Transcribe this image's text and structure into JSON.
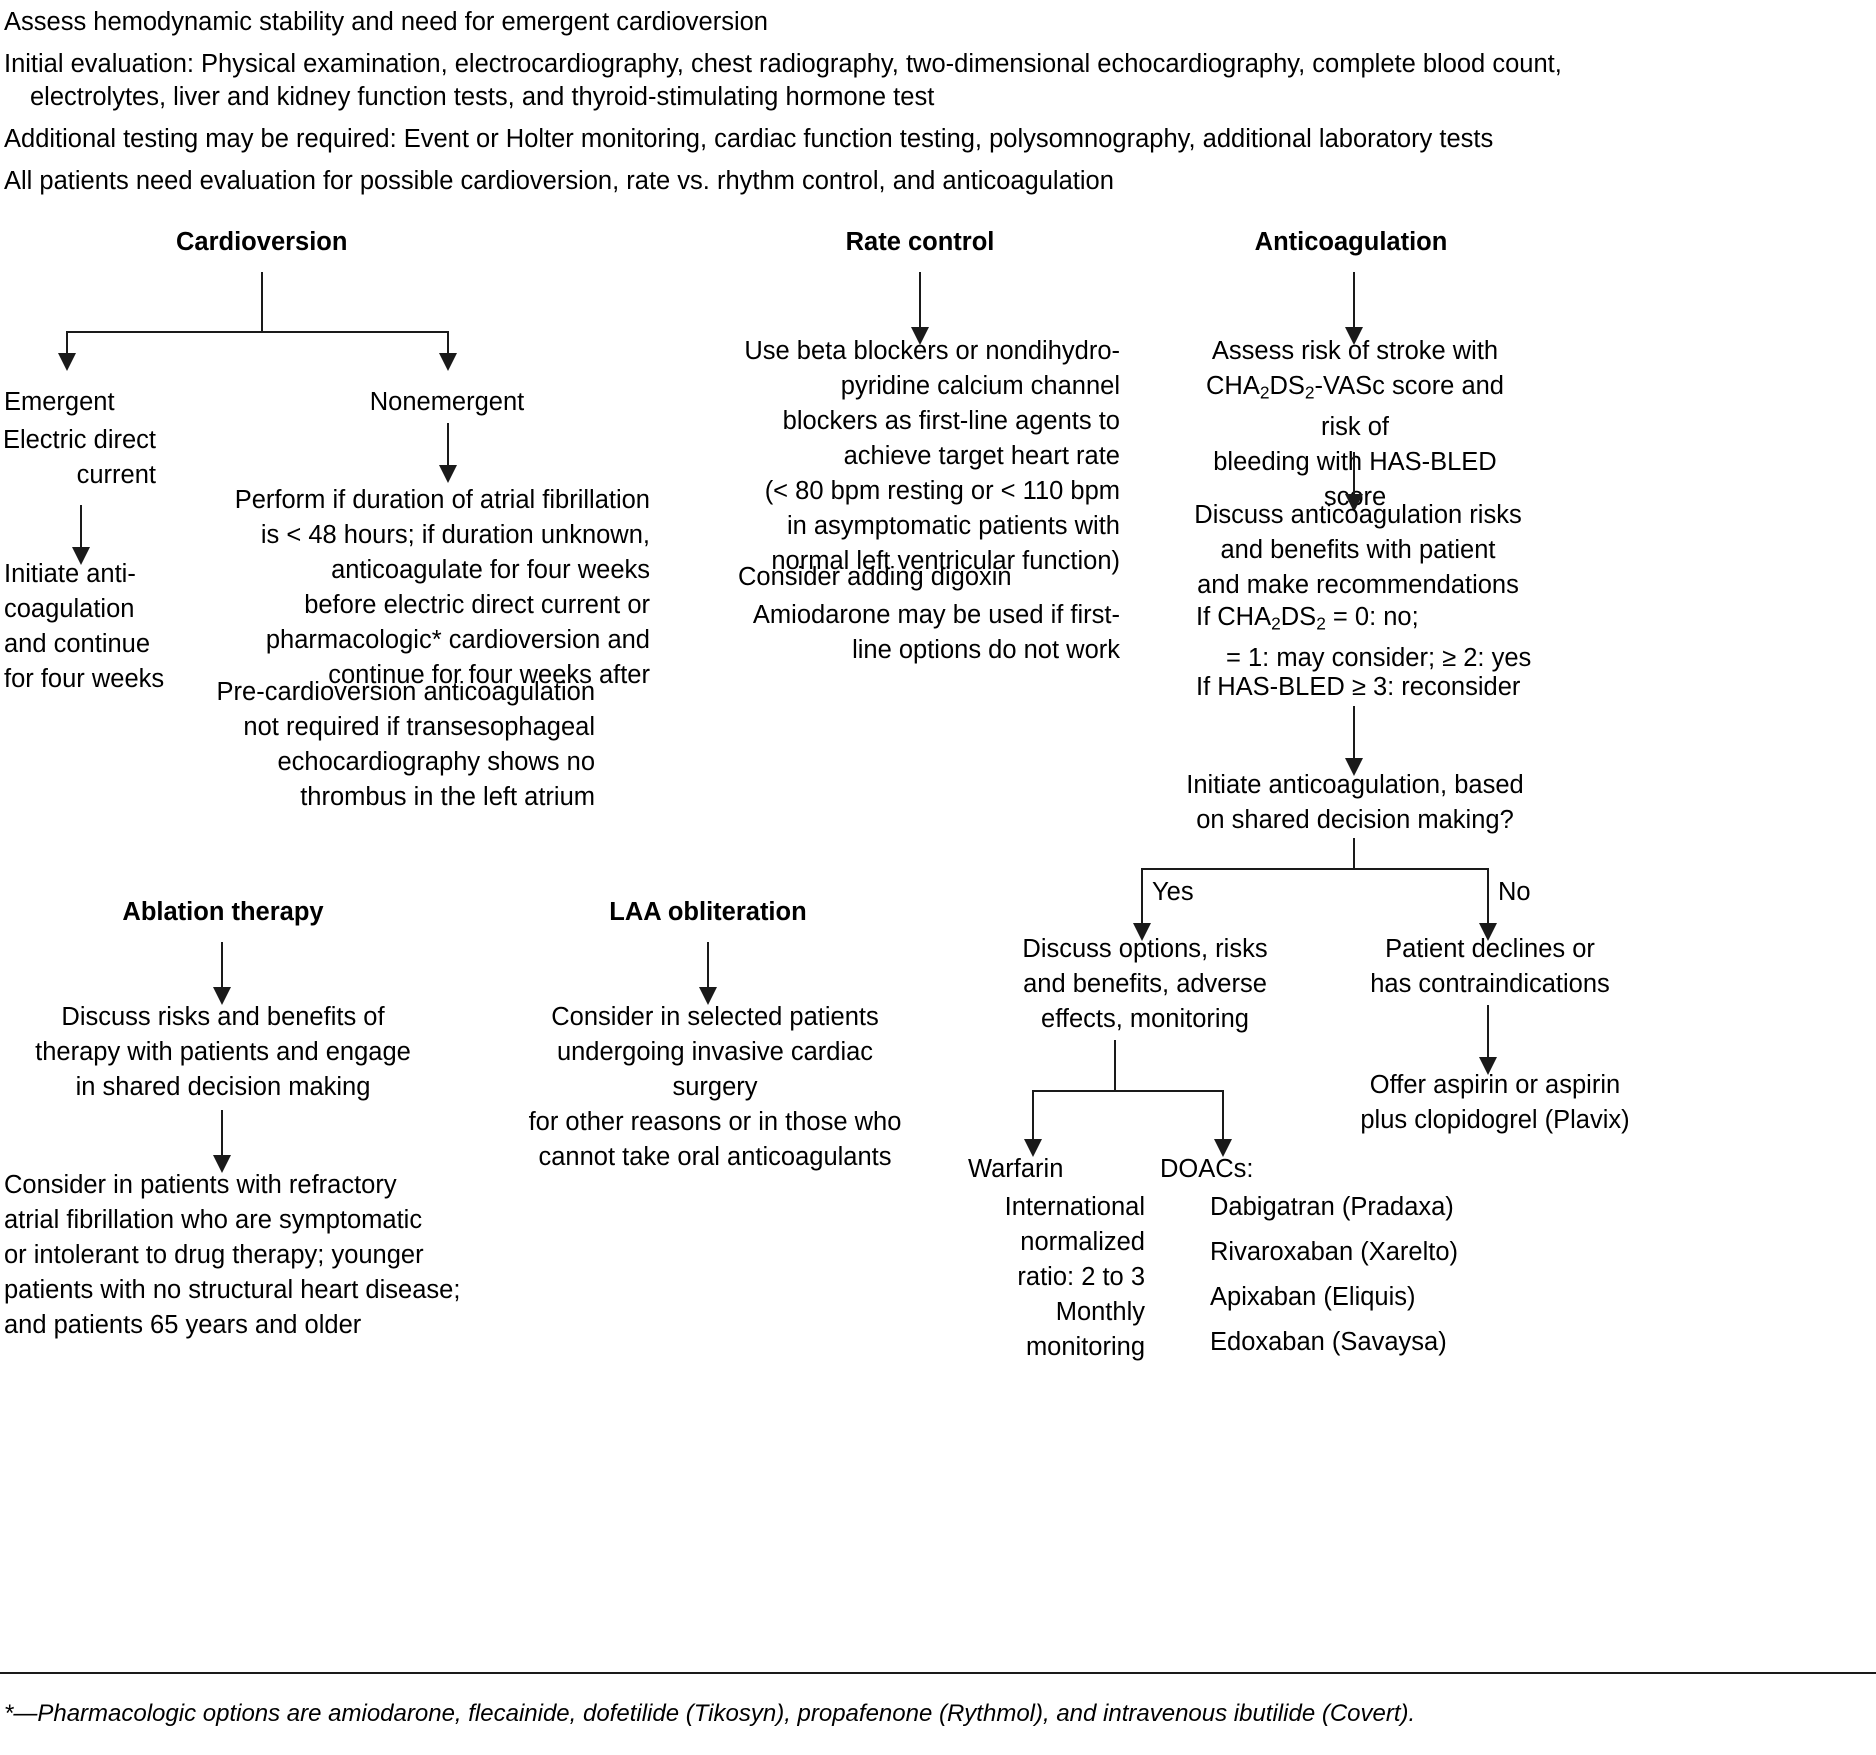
{
  "intro": {
    "lines": [
      "Assess hemodynamic stability and need for emergent cardioversion",
      "Initial evaluation: Physical examination, electrocardiography, chest radiography, two-dimensional echocardiography, complete blood count, electrolytes, liver and kidney function tests, and thyroid-stimulating hormone test",
      "Additional testing may be required: Event or Holter monitoring, cardiac function testing, polysomnography, additional laboratory tests",
      "All patients need evaluation for possible cardioversion, rate vs. rhythm control, and anticoagulation"
    ]
  },
  "cardioversion": {
    "heading": "Cardioversion",
    "emergent_label": "Emergent",
    "emergent_body": "Electric direct\ncurrent",
    "emergent_next": "Initiate anti-\ncoagulation\nand continue\nfor four weeks",
    "nonemergent_label": "Nonemergent",
    "nonemergent_body": "Perform if duration of atrial fibrillation\nis < 48 hours; if duration unknown,\nanticoagulate for four weeks\nbefore electric direct current or\npharmacologic* cardioversion and\ncontinue for four weeks after",
    "nonemergent_body2": "Pre-cardioversion anticoagulation\nnot required if transesophageal\nechocardiography shows no\nthrombus in the left atrium"
  },
  "rate_control": {
    "heading": "Rate control",
    "body": "Use beta blockers or nondihydro-\npyridine calcium channel\nblockers as first-line agents to\nachieve target heart rate\n(< 80 bpm resting or < 110 bpm\nin asymptomatic patients with\nnormal left ventricular function)",
    "body2": "Consider adding digoxin",
    "body3": "Amiodarone may be used if first-\nline options do not work"
  },
  "anticoagulation": {
    "heading": "Anticoagulation",
    "assess_prefix": "Assess risk of stroke with",
    "assess_score": "-VASc score and risk of",
    "assess_suffix": "bleeding with HAS-BLED score",
    "discuss": "Discuss anticoagulation risks\nand benefits with patient\nand make recommendations",
    "if_score_prefix": "If ",
    "if_score_suffix": " = 0: no;",
    "if_score_line2": "= 1: may consider; ≥ 2: yes",
    "if_hasbled": "If HAS-BLED ≥ 3: reconsider",
    "initiate": "Initiate anticoagulation, based\non shared decision making?",
    "yes_label": "Yes",
    "no_label": "No",
    "yes_body": "Discuss options, risks\nand benefits, adverse\neffects, monitoring",
    "no_body": "Patient declines or\nhas contraindications",
    "no_next": "Offer aspirin or aspirin\nplus clopidogrel (Plavix)",
    "warfarin_title": "Warfarin",
    "warfarin_body": "International\nnormalized\nratio: 2 to 3",
    "warfarin_body2": "Monthly\nmonitoring",
    "doacs_title": "DOACs:",
    "doacs_list": [
      "Dabigatran (Pradaxa)",
      "Rivaroxaban (Xarelto)",
      "Apixaban (Eliquis)",
      "Edoxaban (Savaysa)"
    ]
  },
  "ablation": {
    "heading": "Ablation therapy",
    "body": "Discuss risks and benefits of\ntherapy with patients and engage\nin shared decision making",
    "body2": "Consider in patients with refractory\natrial fibrillation who are symptomatic\nor intolerant to drug therapy; younger\npatients with no structural heart disease;\nand patients 65 years and older"
  },
  "laa": {
    "heading": "LAA obliteration",
    "body": "Consider in selected patients\nundergoing invasive cardiac surgery\nfor other reasons or in those who\ncannot take oral anticoagulants"
  },
  "footnote": {
    "text": "*—Pharmacologic options are amiodarone, flecainide, dofetilide (Tikosyn), propafenone (Rythmol), and intravenous ibutilide (Covert)."
  },
  "colors": {
    "ink": "#1a1a1a",
    "background": "#ffffff"
  }
}
